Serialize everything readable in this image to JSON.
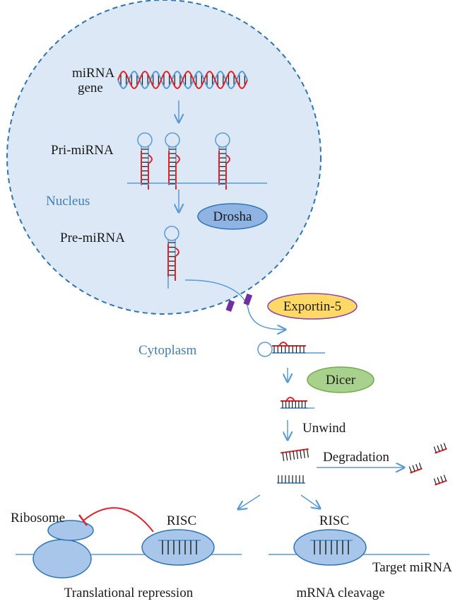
{
  "labels": {
    "mirna_gene_1": "miRNA",
    "mirna_gene_2": "gene",
    "pri_mirna": "Pri-miRNA",
    "nucleus": "Nucleus",
    "drosha": "Drosha",
    "pre_mirna": "Pre-miRNA",
    "exportin": "Exportin-5",
    "cytoplasm": "Cytoplasm",
    "dicer": "Dicer",
    "unwind": "Unwind",
    "degradation": "Degradation",
    "ribosome": "Ribosome",
    "risc_left": "RISC",
    "risc_right": "RISC",
    "target": "Target miRNA",
    "translational_repression": "Translational repression",
    "mrna_cleavage": "mRNA cleavage"
  },
  "colors": {
    "blue": "#5a9bd5",
    "nucleus_fill": "#dce8f5",
    "red": "#e0242b",
    "black": "#1a1a1a",
    "drosha_fill": "#8fb4e3",
    "exportin_fill": "#ffd966",
    "exportin_stroke": "#8e44ad",
    "dicer_fill": "#a9d18e",
    "dicer_stroke": "#70ad47",
    "risc_fill": "#a7c6ea",
    "pore": "#7030a0"
  }
}
